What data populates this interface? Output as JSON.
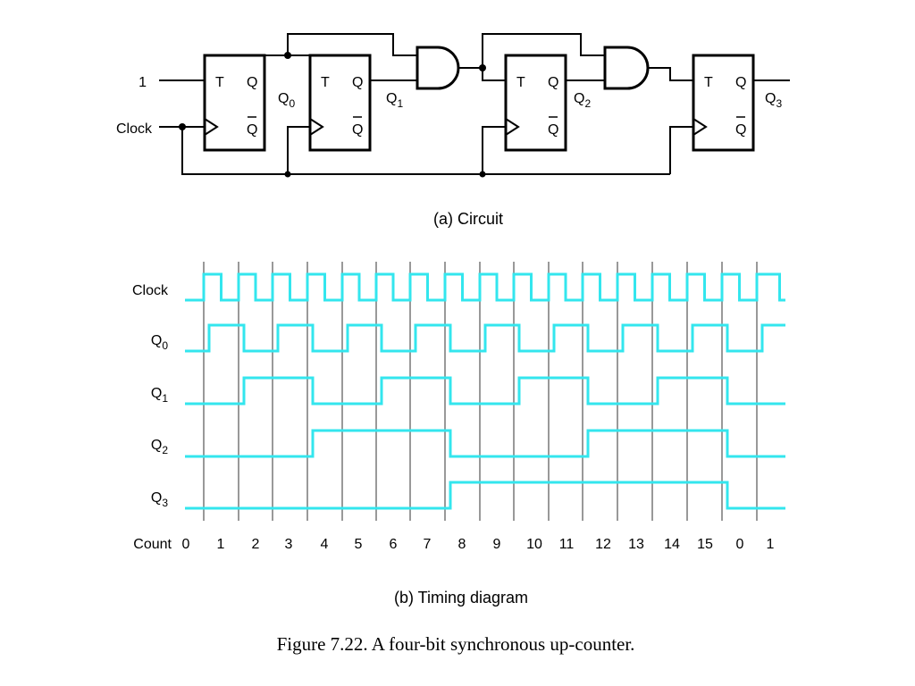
{
  "colors": {
    "waveform": "#33e6ee",
    "gridline": "#999999",
    "ink": "#000000"
  },
  "circuit": {
    "input_one": "1",
    "input_clock": "Clock",
    "flipflop": {
      "t": "T",
      "q": "Q",
      "qbar": "Q"
    },
    "outputs": [
      {
        "base": "Q",
        "sub": "0"
      },
      {
        "base": "Q",
        "sub": "1"
      },
      {
        "base": "Q",
        "sub": "2"
      },
      {
        "base": "Q",
        "sub": "3"
      }
    ],
    "caption": "(a) Circuit"
  },
  "chart_data": {
    "type": "timing",
    "signals": [
      {
        "name": "Clock",
        "sub": "",
        "kind": "clock"
      },
      {
        "name": "Q",
        "sub": "0",
        "values": [
          0,
          1,
          0,
          1,
          0,
          1,
          0,
          1,
          0,
          1,
          0,
          1,
          0,
          1,
          0,
          1,
          0,
          1
        ]
      },
      {
        "name": "Q",
        "sub": "1",
        "values": [
          0,
          0,
          1,
          1,
          0,
          0,
          1,
          1,
          0,
          0,
          1,
          1,
          0,
          0,
          1,
          1,
          0,
          0
        ]
      },
      {
        "name": "Q",
        "sub": "2",
        "values": [
          0,
          0,
          0,
          0,
          1,
          1,
          1,
          1,
          0,
          0,
          0,
          0,
          1,
          1,
          1,
          1,
          0,
          0
        ]
      },
      {
        "name": "Q",
        "sub": "3",
        "values": [
          0,
          0,
          0,
          0,
          0,
          0,
          0,
          0,
          1,
          1,
          1,
          1,
          1,
          1,
          1,
          1,
          0,
          0
        ]
      }
    ],
    "count_label": "Count",
    "counts": [
      "0",
      "1",
      "2",
      "3",
      "4",
      "5",
      "6",
      "7",
      "8",
      "9",
      "10",
      "11",
      "12",
      "13",
      "14",
      "15",
      "0",
      "1"
    ],
    "caption": "(b) Timing diagram"
  },
  "figure_caption": "Figure 7.22.  A four-bit synchronous up-counter."
}
